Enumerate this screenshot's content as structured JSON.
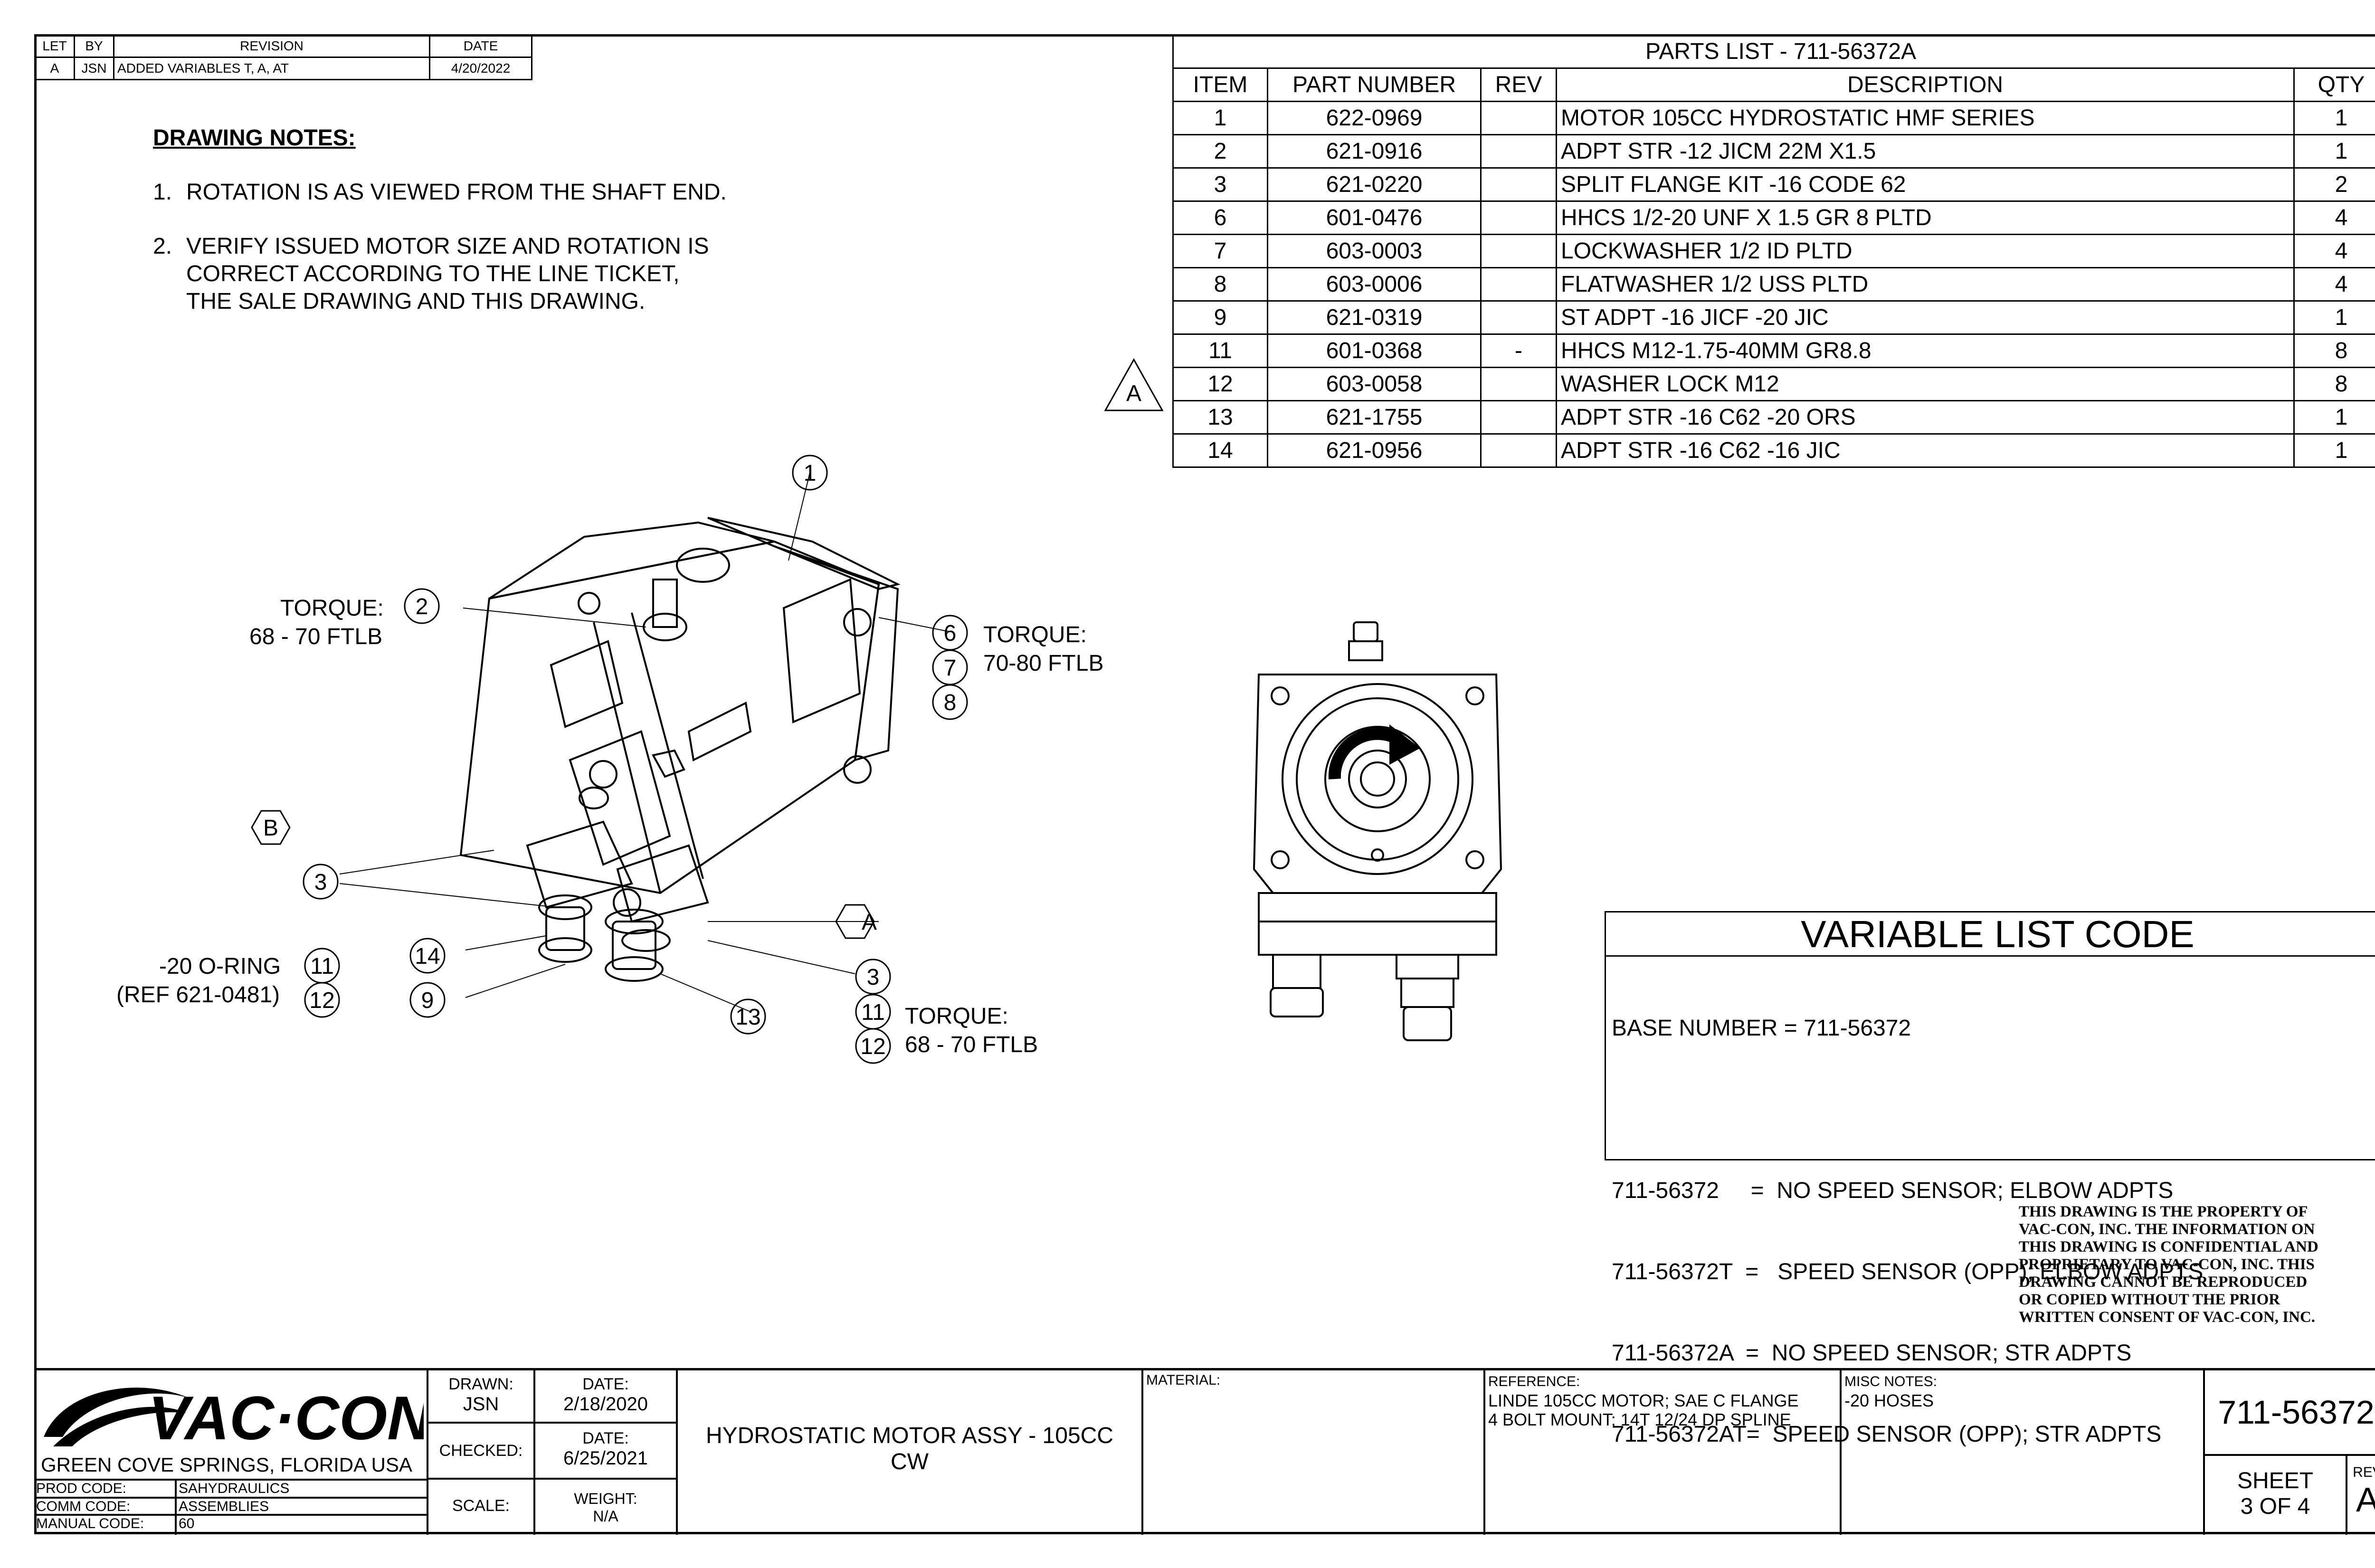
{
  "revision_block": {
    "headers": [
      "LET",
      "BY",
      "REVISION",
      "DATE"
    ],
    "rows": [
      [
        "A",
        "JSN",
        "ADDED VARIABLES T, A, AT",
        "4/20/2022"
      ]
    ]
  },
  "drawing_notes": {
    "title": "DRAWING NOTES:",
    "note1_num": "1.",
    "note1": "ROTATION IS AS VIEWED FROM THE SHAFT END.",
    "note2_num": "2.",
    "note2_line1": "VERIFY ISSUED MOTOR SIZE AND ROTATION IS",
    "note2_line2": "CORRECT ACCORDING TO THE LINE TICKET,",
    "note2_line3": "THE SALE DRAWING AND THIS DRAWING."
  },
  "parts_list": {
    "title": "PARTS LIST - 711-56372A",
    "headers": [
      "ITEM",
      "PART NUMBER",
      "REV",
      "DESCRIPTION",
      "QTY"
    ],
    "rows": [
      [
        "1",
        "622-0969",
        "",
        "MOTOR 105CC HYDROSTATIC HMF SERIES",
        "1"
      ],
      [
        "2",
        "621-0916",
        "",
        "ADPT STR -12 JICM 22M X1.5",
        "1"
      ],
      [
        "3",
        "621-0220",
        "",
        "SPLIT FLANGE KIT -16 CODE 62",
        "2"
      ],
      [
        "6",
        "601-0476",
        "",
        "HHCS 1/2-20 UNF X 1.5 GR 8 PLTD",
        "4"
      ],
      [
        "7",
        "603-0003",
        "",
        "LOCKWASHER 1/2 ID PLTD",
        "4"
      ],
      [
        "8",
        "603-0006",
        "",
        "FLATWASHER 1/2 USS PLTD",
        "4"
      ],
      [
        "9",
        "621-0319",
        "",
        "ST ADPT -16 JICF -20 JIC",
        "1"
      ],
      [
        "11",
        "601-0368",
        "-",
        "HHCS M12-1.75-40MM GR8.8",
        "8"
      ],
      [
        "12",
        "603-0058",
        "",
        "WASHER LOCK M12",
        "8"
      ],
      [
        "13",
        "621-1755",
        "",
        "ADPT STR -16 C62 -20 ORS",
        "1"
      ],
      [
        "14",
        "621-0956",
        "",
        "ADPT STR -16 C62 -16 JIC",
        "1"
      ]
    ],
    "rev_flag": "A"
  },
  "callouts": {
    "torque_label": "TORQUE:",
    "torque_2": "68 - 70 FTLB",
    "torque_6": "70-80 FTLB",
    "torque_11": "68 - 70 FTLB",
    "oring_line1": "-20 O-RING",
    "oring_line2": "(REF 621-0481)",
    "balloons": [
      "1",
      "2",
      "6",
      "7",
      "8",
      "3",
      "11",
      "12",
      "14",
      "9",
      "13",
      "3",
      "11",
      "12"
    ],
    "hex_b": "B",
    "hex_a": "A"
  },
  "variable_list": {
    "title": "VARIABLE LIST CODE",
    "base": "BASE NUMBER = 711-56372",
    "lines": [
      "711-56372     =  NO SPEED SENSOR; ELBOW ADPTS",
      "711-56372T  =   SPEED SENSOR (OPP); ELBOW ADPTS",
      "711-56372A  =  NO SPEED SENSOR; STR ADPTS",
      "711-56372AT=  SPEED SENSOR (OPP); STR ADPTS"
    ]
  },
  "proprietary": [
    "THIS DRAWING IS THE PROPERTY OF",
    "VAC-CON, INC.  THE INFORMATION ON",
    "THIS DRAWING IS CONFIDENTIAL AND",
    "PROPRIETARY TO VAC-CON, INC.  THIS",
    "DRAWING CANNOT BE REPRODUCED",
    "OR COPIED WITHOUT THE PRIOR",
    "WRITTEN CONSENT OF VAC-CON, INC."
  ],
  "title_block": {
    "logo_text": "VAC·CON",
    "location": "GREEN COVE SPRINGS, FLORIDA USA",
    "prod_code_label": "PROD CODE:",
    "prod_code": "SAHYDRAULICS",
    "comm_code_label": "COMM CODE:",
    "comm_code": "ASSEMBLIES",
    "manual_code_label": "MANUAL CODE:",
    "manual_code": "60",
    "drawn_label": "DRAWN:",
    "drawn": "JSN",
    "drawn_date_label": "DATE:",
    "drawn_date": "2/18/2020",
    "checked_label": "CHECKED:",
    "checked_date_label": "DATE:",
    "checked_date": "6/25/2021",
    "scale_label": "SCALE:",
    "weight_label": "WEIGHT:",
    "weight": "N/A",
    "title_line1": "HYDROSTATIC MOTOR ASSY - 105CC",
    "title_line2": "CW",
    "material_label": "MATERIAL:",
    "reference_label": "REFERENCE:",
    "reference_line1": "LINDE 105CC MOTOR;  SAE C FLANGE",
    "reference_line2": "4 BOLT MOUNT; 14T 12/24 DP SPLINE",
    "misc_label": "MISC NOTES:",
    "misc": "-20 HOSES",
    "drawing_number": "711-56372",
    "sheet_label": "SHEET",
    "sheet": "3  OF 4",
    "rev_label": "REV",
    "rev": "A"
  }
}
